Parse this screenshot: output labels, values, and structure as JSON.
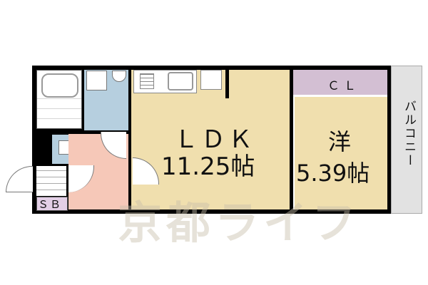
{
  "floor_plan": {
    "rooms": {
      "ldk": {
        "label": "ＬＤＫ",
        "size": "11.25帖",
        "color": "#f0dfae"
      },
      "western": {
        "label": "洋",
        "size": "5.39帖",
        "color": "#f0dfae"
      },
      "closet": {
        "label": "ＣＬ",
        "color": "#d3bfd3"
      },
      "balcony": {
        "label": "バルコニー",
        "color": "#e2e2e2"
      },
      "shoe_box": {
        "label": "ＳＢ",
        "color": "#e3cfe6"
      },
      "entrance": {
        "color": "#f6c8b8"
      },
      "wet_area": {
        "color": "#b6cfdf"
      }
    },
    "watermark": "京都ライフ"
  }
}
